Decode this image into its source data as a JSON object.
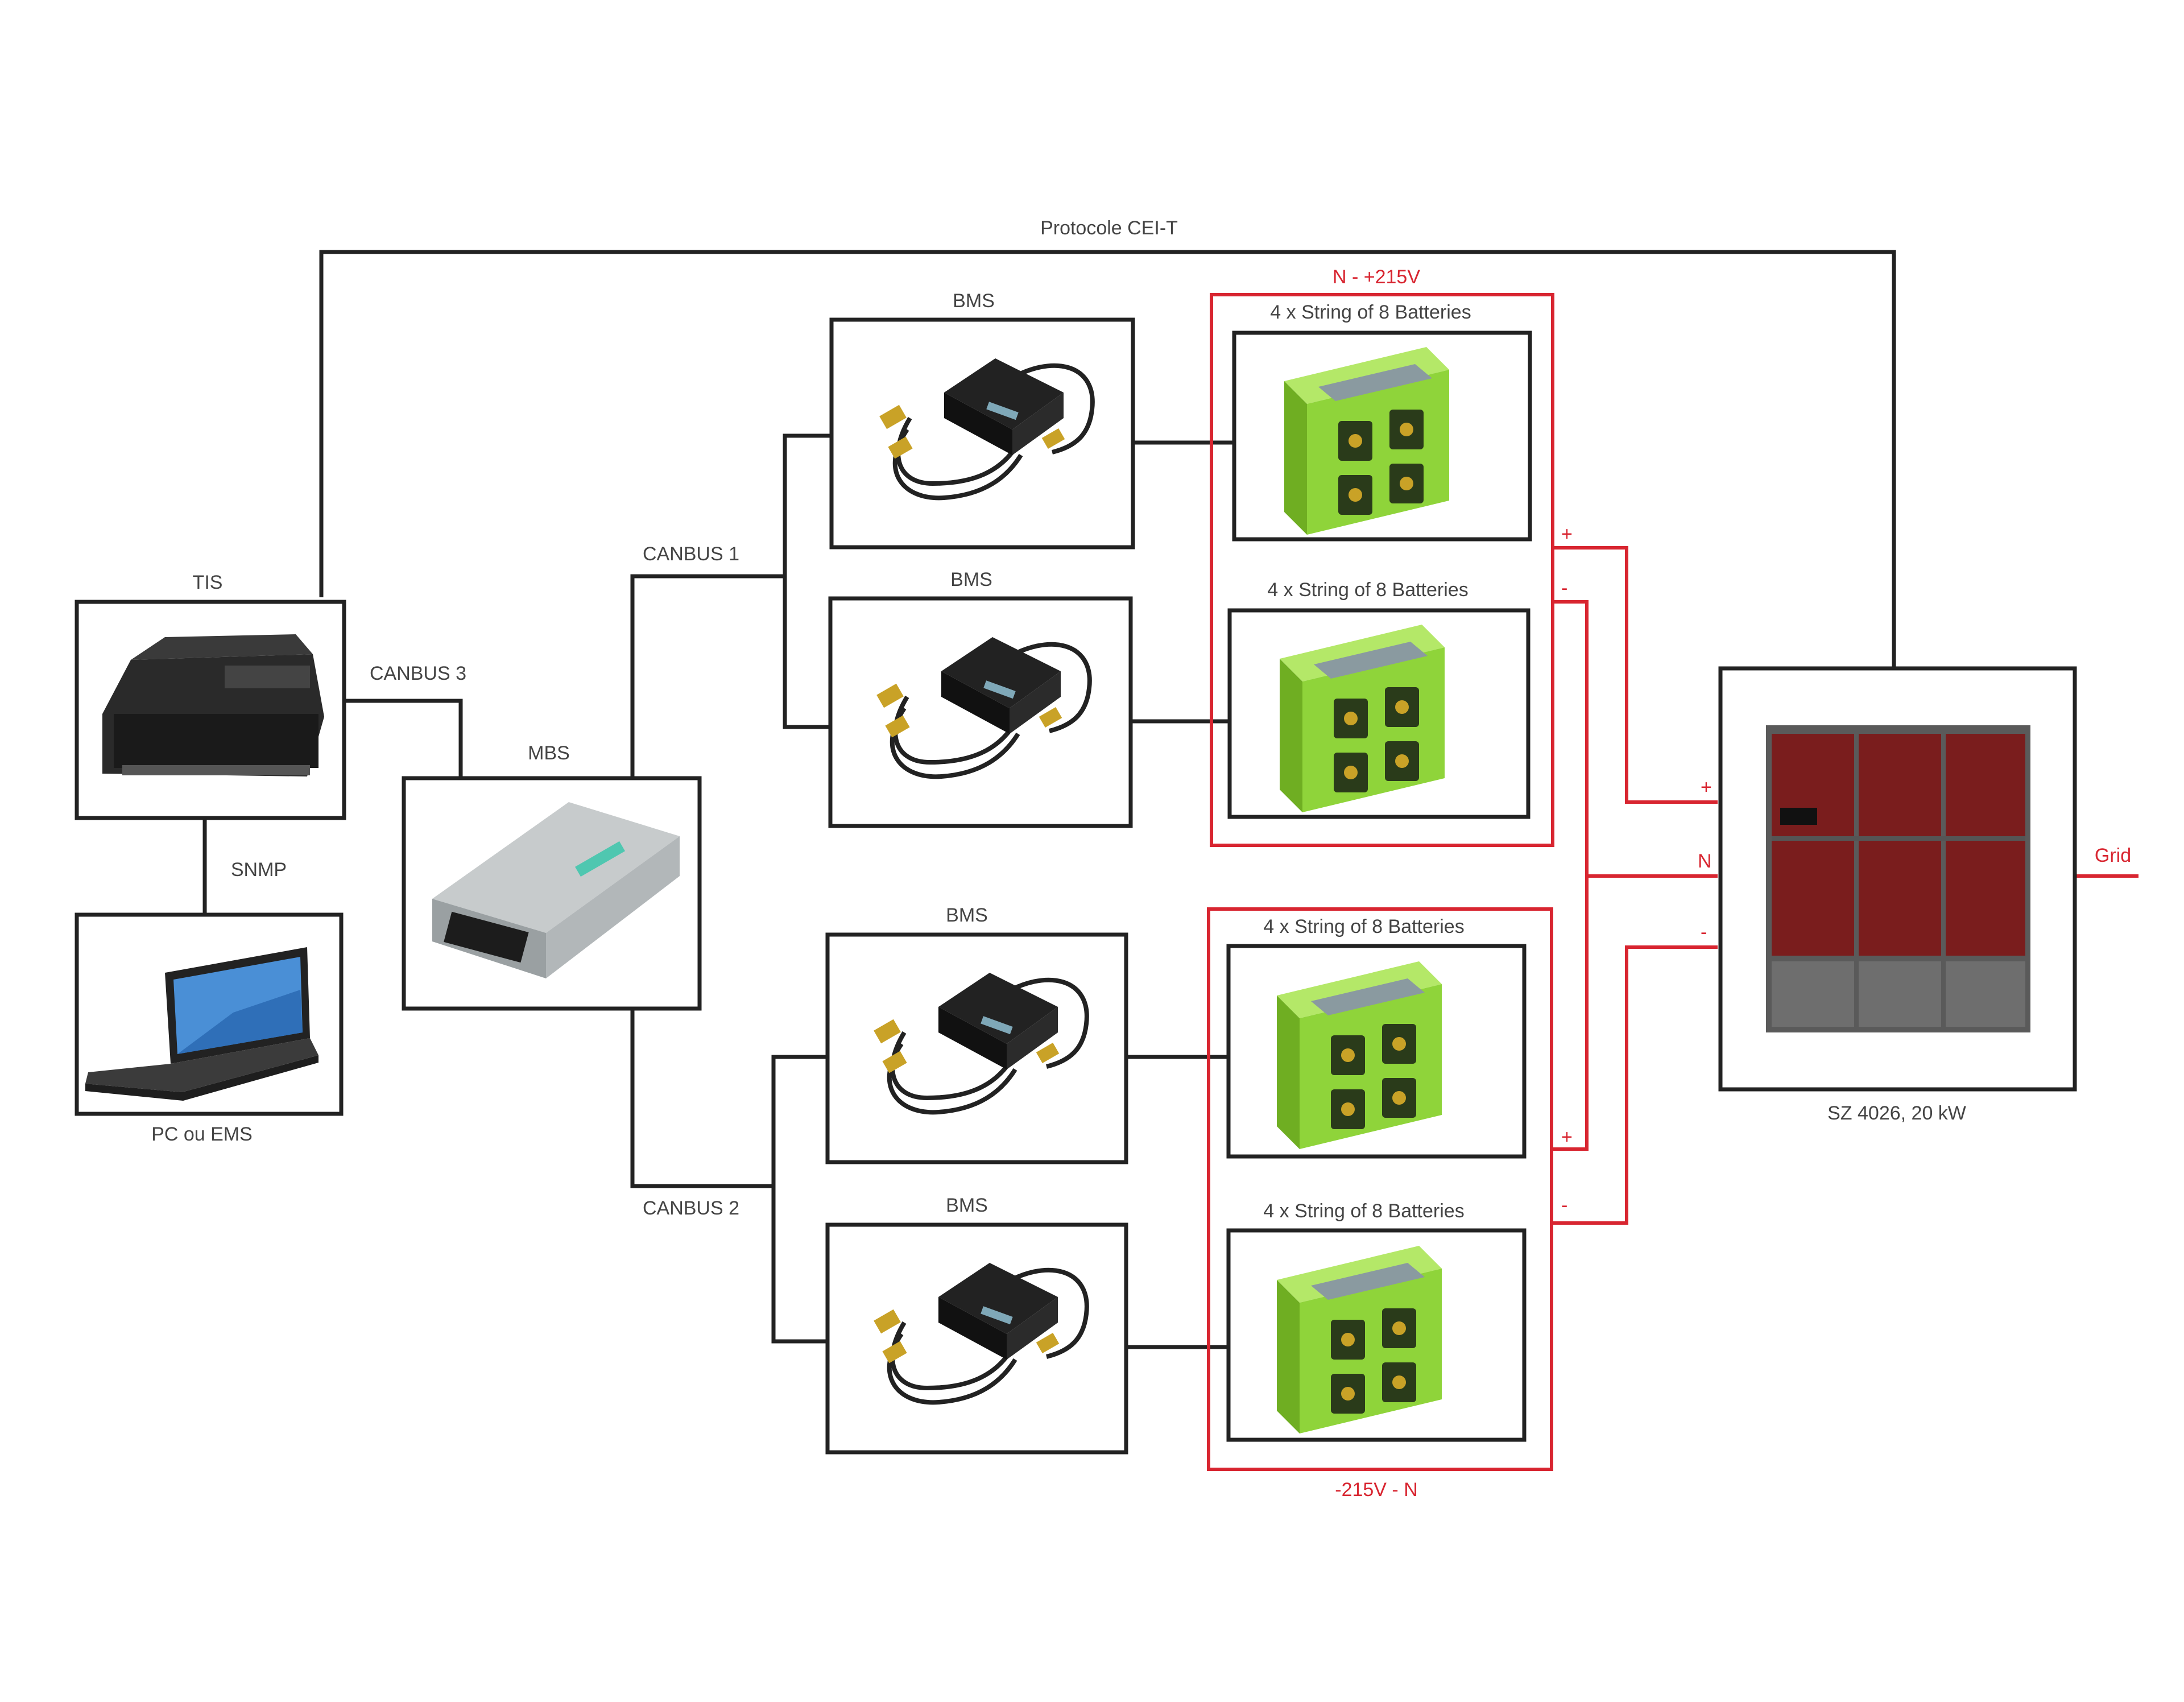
{
  "colors": {
    "line": "#222222",
    "power": "#d82530",
    "battery": "#8fd43a",
    "device": "#1c1c1c",
    "inverter_panel": "#7a1d1d"
  },
  "labels": {
    "protocol": "Protocole CEI-T",
    "tis": "TIS",
    "canbus3": "CANBUS 3",
    "snmp": "SNMP",
    "pc_ems": "PC ou EMS",
    "mbs": "MBS",
    "canbus1": "CANBUS 1",
    "canbus2": "CANBUS 2",
    "bms_1": "BMS",
    "bms_2": "BMS",
    "bms_3": "BMS",
    "bms_4": "BMS",
    "string_1": "4 x String of 8 Batteries",
    "string_2": "4 x String of 8 Batteries",
    "string_3": "4 x String of 8 Batteries",
    "string_4": "4 x String of 8 Batteries",
    "top_group": "N - +215V",
    "bottom_group": "-215V - N",
    "inverter": "SZ 4026, 20 kW",
    "grid": "Grid",
    "term_plus_out": "+",
    "term_minus_out": "-",
    "term_plus_out2": "+",
    "term_minus_out2": "-",
    "inv_plus": "+",
    "inv_n": "N",
    "inv_minus": "-"
  },
  "icons": {
    "tis_device": "din-rail-controller-icon",
    "pc": "laptop-icon",
    "mbs_device": "master-controller-icon",
    "bms_device": "bms-module-icon",
    "battery": "green-battery-icon",
    "inverter_cabinet": "inverter-cabinet-icon"
  }
}
